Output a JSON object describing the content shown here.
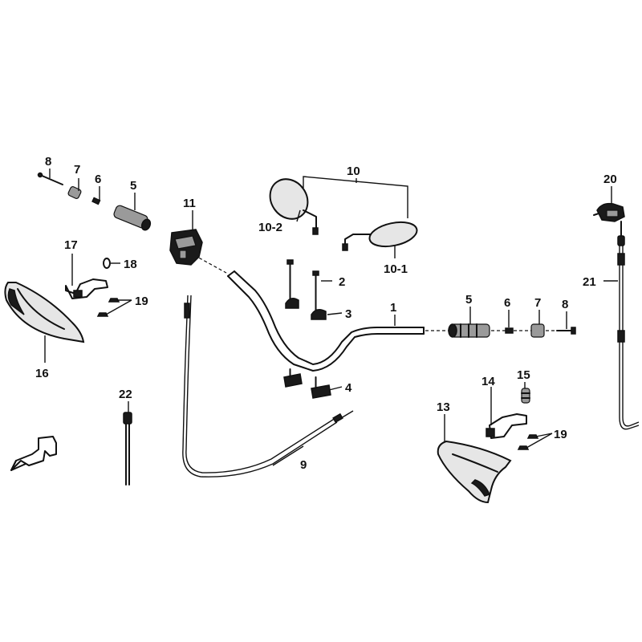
{
  "callouts": {
    "c1": "1",
    "c2": "2",
    "c3": "3",
    "c4": "4",
    "c5_left": "5",
    "c5_right": "5",
    "c6_left": "6",
    "c6_right": "6",
    "c7_left": "7",
    "c7_right": "7",
    "c8_left": "8",
    "c8_right": "8",
    "c9": "9",
    "c10": "10",
    "c10_1": "10-1",
    "c10_2": "10-2",
    "c11": "11",
    "c13": "13",
    "c14": "14",
    "c15": "15",
    "c16": "16",
    "c17": "17",
    "c18": "18",
    "c19_left": "19",
    "c19_right": "19",
    "c20": "20",
    "c21": "21",
    "c22": "22"
  },
  "colors": {
    "ink": "#111111",
    "background": "#ffffff",
    "shading": "#9a9a9a"
  }
}
